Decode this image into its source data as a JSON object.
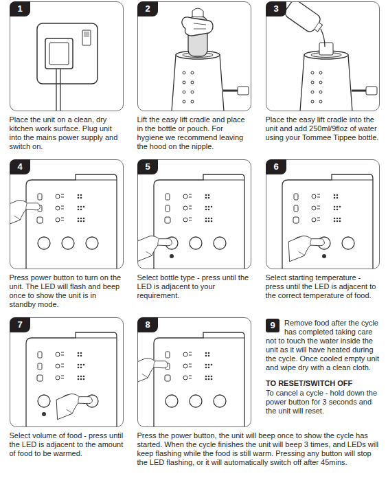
{
  "diagram": {
    "nodes": [
      {
        "text": [
          "1",
          "Place the unit on a clean, dry kitchen work surface. Plug unit into the mains power supply and switch on."
        ]
      },
      {
        "text": [
          "2",
          "Lift the easy lift cradle and place in the bottle or pouch. For hygiene we recommend leaving the hood on the nipple."
        ]
      },
      {
        "text": [
          "3",
          "Place the easy lift cradle into the unit and add 250ml/9floz of water using your Tommee Tippee bottle."
        ]
      },
      {
        "text": [
          "4",
          "Press power button to turn on the unit. The LED will flash and beep once to show the unit is in standby mode."
        ]
      },
      {
        "text": [
          "5",
          "Select bottle type - press until the LED is adjacent to your requirement."
        ]
      },
      {
        "text": [
          "6",
          "Select starting temperature - press until the LED is adjacent to the correct temperature of food."
        ]
      },
      {
        "text": [
          "7",
          "Select volume of food - press until the LED is adjacent to the amount of food to be warmed."
        ]
      },
      {
        "text": [
          "8",
          "Press the power button, the unit will beep once to show the cycle has started. When the cycle finishes the unit will beep 3 times, and LEDs will keep flashing while the food is still warm. Pressing any button will stop the LED flashing, or it will automatically switch off after 45mins."
        ]
      },
      {
        "text": [
          "9",
          "Remove food after the cycle has completed taking care not to touch the water inside the unit as it will have heated during the cycle. Once cooled empty unit and wipe dry with a clean cloth."
        ]
      }
    ],
    "labels": [
      "TO RESET/SWITCH OFF",
      "To cancel a cycle - hold down the power button for 3 seconds and the unit will reset."
    ]
  }
}
